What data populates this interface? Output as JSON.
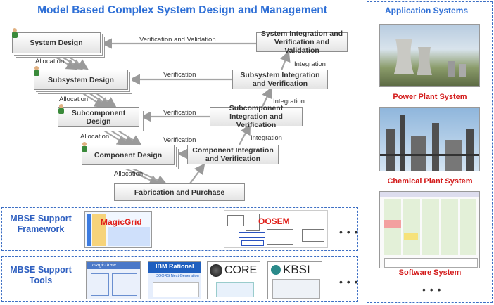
{
  "title": "Model Based Complex System Design and Management",
  "left_v": {
    "system_design": "System Design",
    "subsystem_design": "Subsystem Design",
    "subcomponent_design": "Subcomponent Design",
    "component_design": "Component Design"
  },
  "right_v": {
    "system_integration": "System Integration and Verification and Validation",
    "subsystem_integration": "Subsystem Integration and Verification",
    "subcomponent_integration": "Subcomponent Integration and Verification",
    "component_integration": "Component Integration and Verification"
  },
  "fabrication": "Fabrication and Purchase",
  "edge_labels": {
    "verification_and_validation": "Verification and Validation",
    "verification": "Verification",
    "allocation": "Allocation",
    "integration": "Integration"
  },
  "framework": {
    "label": "MBSE Support Framework",
    "magicgrid": "MagicGrid",
    "oosem": "OOSEM",
    "more": "• • •"
  },
  "tools": {
    "label": "MBSE Support Tools",
    "ibm_rational": "IBM Rational",
    "doors": "DOORS Next Generation",
    "core": "CORE",
    "kbsi": "KBSI",
    "magicdraw": "magicdraw",
    "more": "• • •"
  },
  "applications": {
    "title": "Application  Systems",
    "items": [
      "Power Plant System",
      "Chemical Plant System",
      "Software System"
    ],
    "more": "• • •"
  },
  "colors": {
    "title_blue": "#2e6fd6",
    "caption_red": "#d31b1b",
    "panel_border": "#3d6fc4",
    "arrow_gray": "#a5a5a5"
  }
}
